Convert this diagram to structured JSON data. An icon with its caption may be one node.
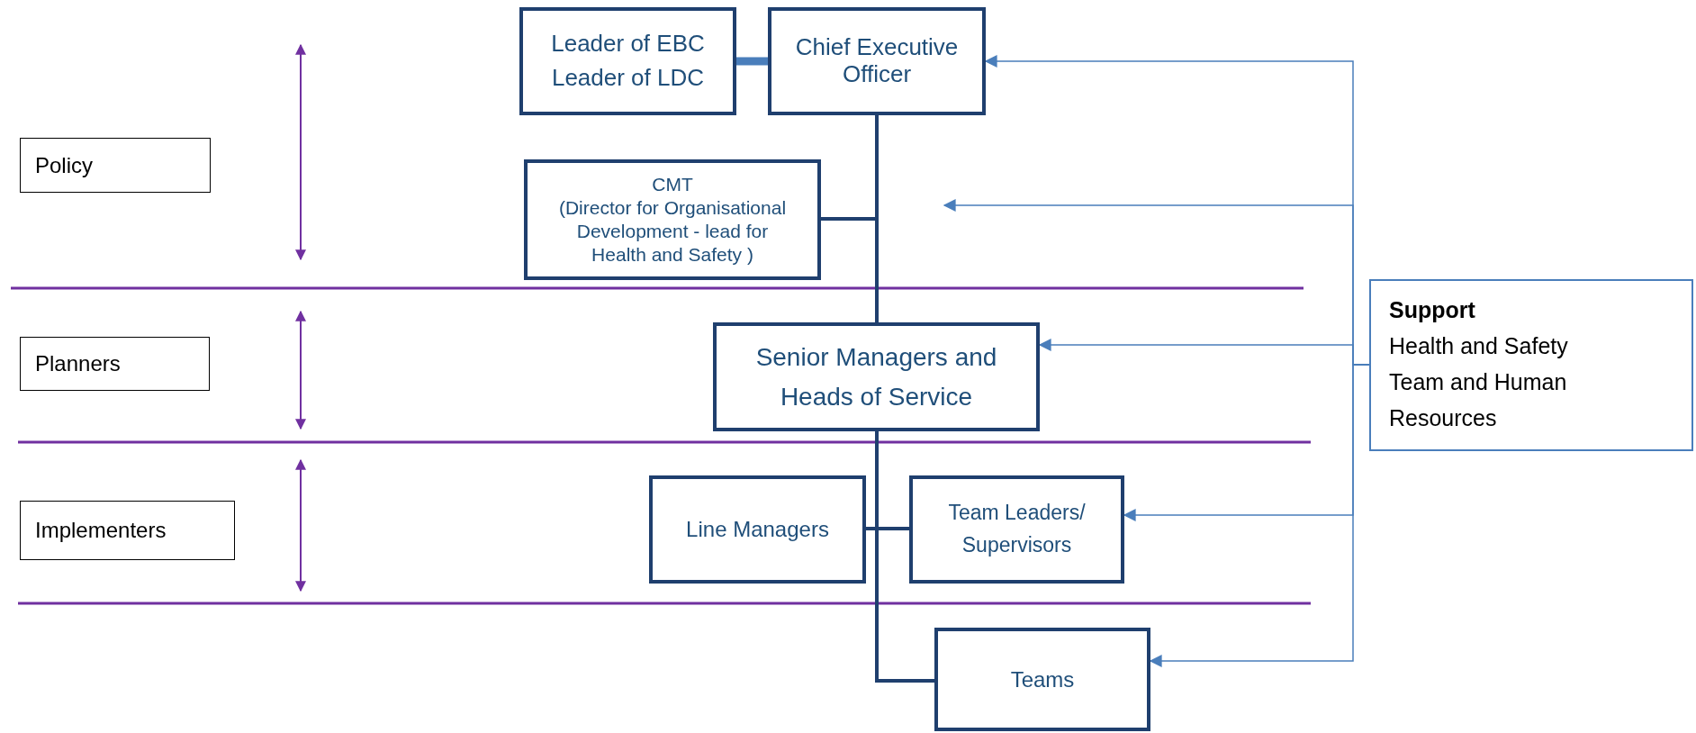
{
  "diagram": {
    "nodes": [
      {
        "text": [
          "Leader of EBC",
          "Leader of LDC"
        ]
      },
      {
        "text": [
          "Chief Executive Officer"
        ]
      },
      {
        "text": [
          "Policy"
        ]
      },
      {
        "text": [
          "CMT",
          "(Director for Organisational Development - lead for Health and Safety )"
        ]
      },
      {
        "text": [
          "Planners"
        ]
      },
      {
        "text": [
          "Senior Managers and Heads of Service"
        ]
      },
      {
        "text": [
          "Support",
          "Health and Safety Team and Human Resources"
        ]
      },
      {
        "text": [
          "Implementers"
        ]
      },
      {
        "text": [
          "Line Managers"
        ]
      },
      {
        "text": [
          "Team Leaders/ Supervisors"
        ]
      },
      {
        "text": [
          "Teams"
        ]
      }
    ],
    "edges": [
      {
        "from": 0,
        "to": 1,
        "arrow": "none",
        "style": "thick"
      },
      {
        "from": 1,
        "to": 3,
        "arrow": "none",
        "color": "#1f3f6e"
      },
      {
        "from": 1,
        "to": 5,
        "arrow": "none",
        "color": "#1f3f6e"
      },
      {
        "from": 5,
        "to": 8,
        "arrow": "none",
        "color": "#1f3f6e"
      },
      {
        "from": 5,
        "to": 9,
        "arrow": "none",
        "color": "#1f3f6e"
      },
      {
        "from": 5,
        "to": 10,
        "arrow": "none",
        "color": "#1f3f6e"
      },
      {
        "from": 6,
        "to": 1,
        "arrow": "to"
      },
      {
        "from": 6,
        "to": null,
        "arrow": "to"
      },
      {
        "from": 6,
        "to": 5,
        "arrow": "to"
      },
      {
        "from": 6,
        "to": 9,
        "arrow": "to"
      },
      {
        "from": 6,
        "to": 10,
        "arrow": "to"
      }
    ]
  }
}
